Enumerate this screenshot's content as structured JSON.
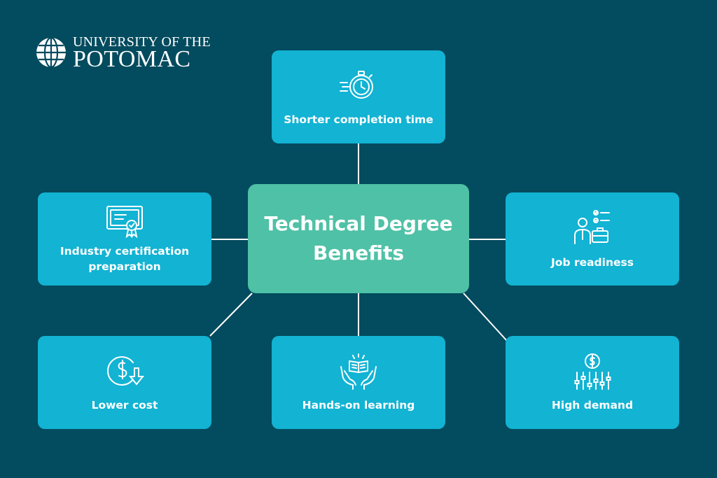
{
  "logo": {
    "line1": "UNIVERSITY OF THE",
    "line2": "POTOMAC"
  },
  "center": {
    "title": "Technical Degree Benefits"
  },
  "benefits": [
    {
      "label": "Shorter completion time",
      "icon": "stopwatch-icon"
    },
    {
      "label": "Industry certification preparation",
      "icon": "certificate-icon"
    },
    {
      "label": "Job readiness",
      "icon": "businessperson-checklist-icon"
    },
    {
      "label": "Lower cost",
      "icon": "dollar-down-icon"
    },
    {
      "label": "Hands-on learning",
      "icon": "hands-book-icon"
    },
    {
      "label": "High demand",
      "icon": "dollar-sliders-icon"
    }
  ],
  "colors": {
    "background": "#034b5e",
    "node": "#12b3d3",
    "center": "#4fc1a6",
    "connector": "#ffffff"
  }
}
